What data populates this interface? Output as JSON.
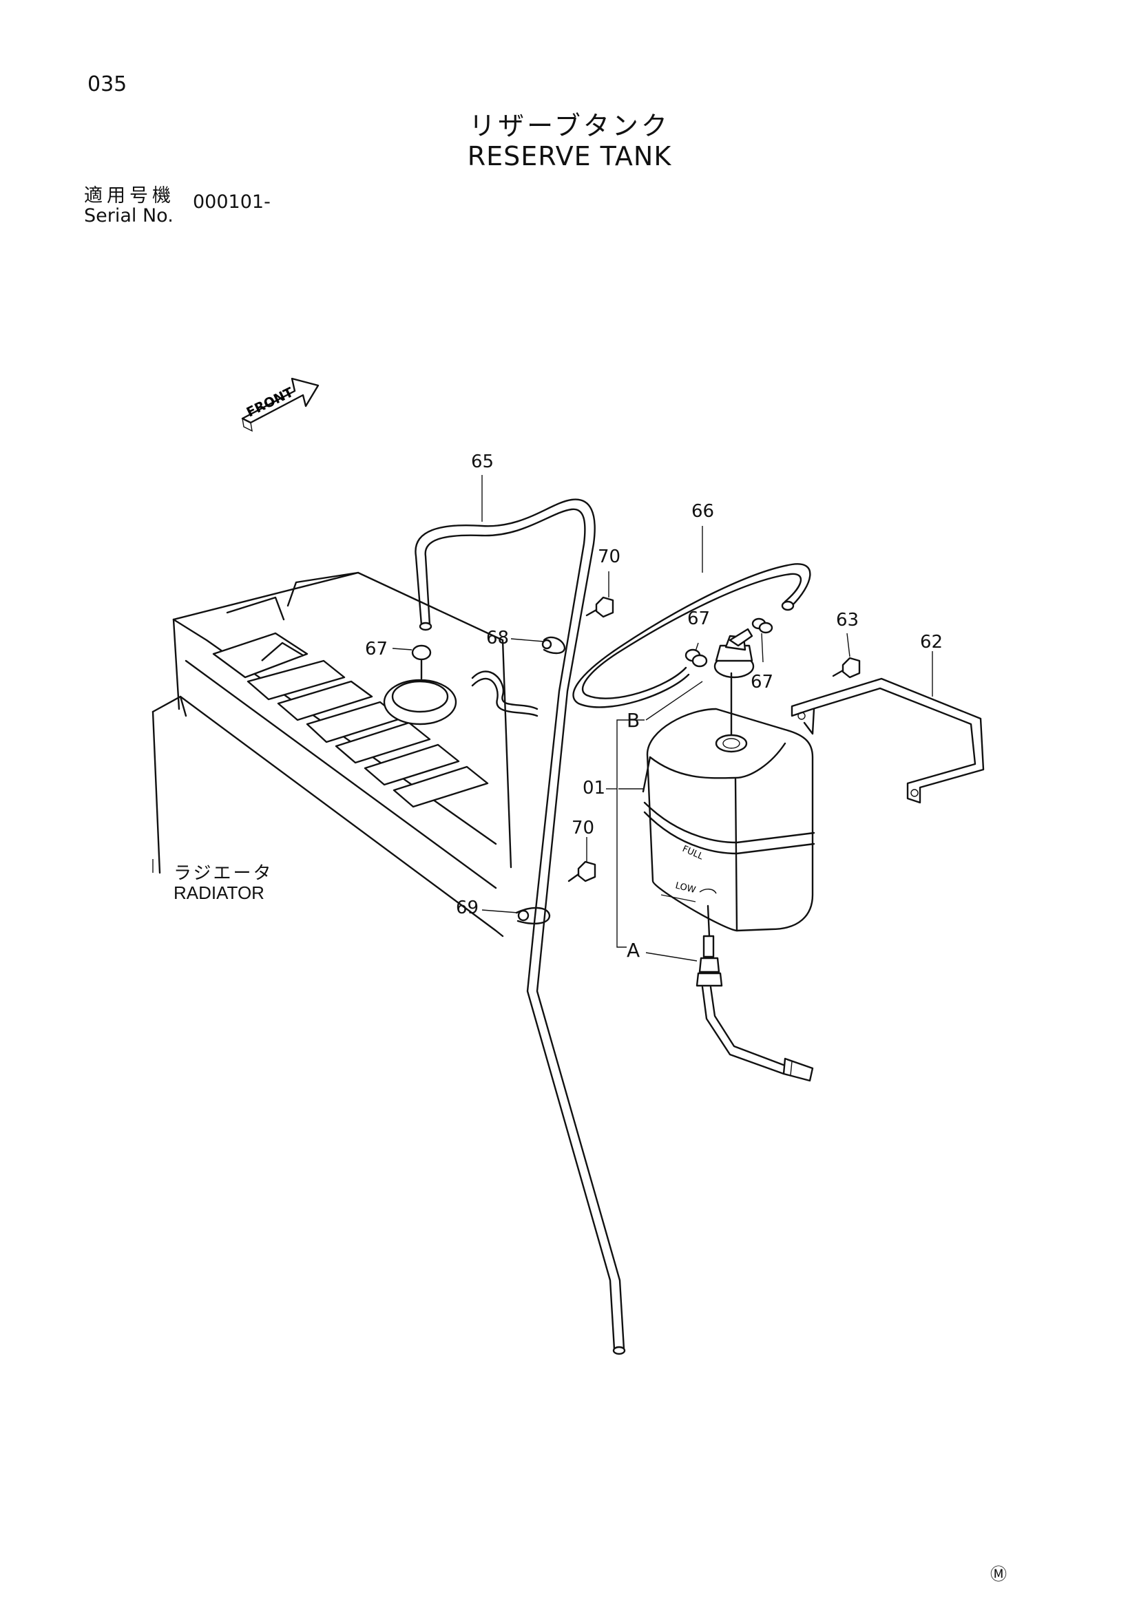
{
  "header": {
    "page_number": "035",
    "title_jp": "リザーブタンク",
    "title_en": "RESERVE TANK",
    "serial_label_jp": "適用号機",
    "serial_label_en": "Serial No.",
    "serial_value": "000101-"
  },
  "diagram": {
    "front_arrow_label": "FRONT",
    "radiator_label_jp": "ラジエータ",
    "radiator_label_en": "RADIATOR",
    "tank_level_full": "FULL",
    "tank_level_low": "LOW",
    "callouts": {
      "c65": "65",
      "c66": "66",
      "c70_top": "70",
      "c68": "68",
      "c67_left": "67",
      "c67_mid": "67",
      "c67_right": "67",
      "c63": "63",
      "c62": "62",
      "cB": "B",
      "c01": "01",
      "c70_low": "70",
      "c69": "69",
      "cA": "A"
    }
  },
  "footer": {
    "mark": "Ⓜ"
  }
}
